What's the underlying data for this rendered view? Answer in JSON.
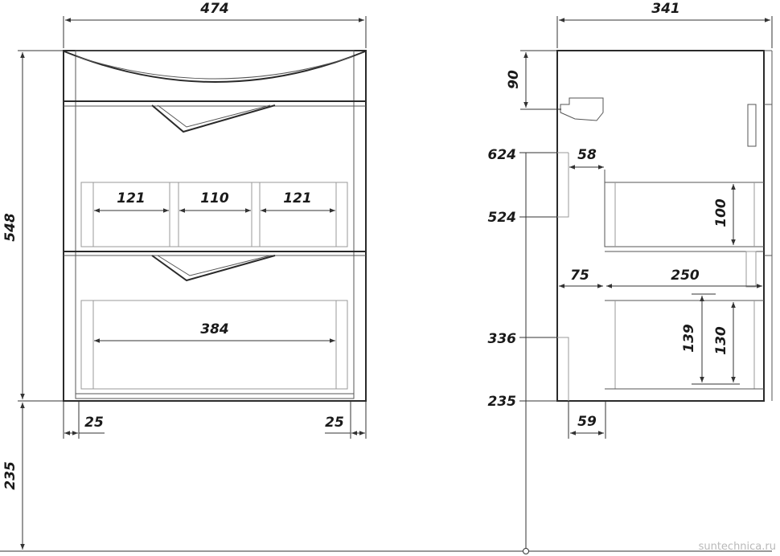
{
  "front_view": {
    "width": "474",
    "height": "548",
    "leg_height": "235",
    "side_inset_left": "25",
    "side_inset_right": "25",
    "upper_drawer_left": "121",
    "upper_drawer_middle": "110",
    "upper_drawer_right": "121",
    "lower_drawer_width": "384"
  },
  "side_view": {
    "depth": "341",
    "basin_height": "90",
    "level_624": "624",
    "level_524": "524",
    "level_336": "336",
    "level_235": "235",
    "upper_offset": "58",
    "upper_drawer_height": "100",
    "front_offset": "75",
    "drawer_depth": "250",
    "lower_height_outer": "139",
    "lower_height_inner": "130",
    "bottom_offset": "59"
  },
  "watermark": "suntechnica.ru"
}
